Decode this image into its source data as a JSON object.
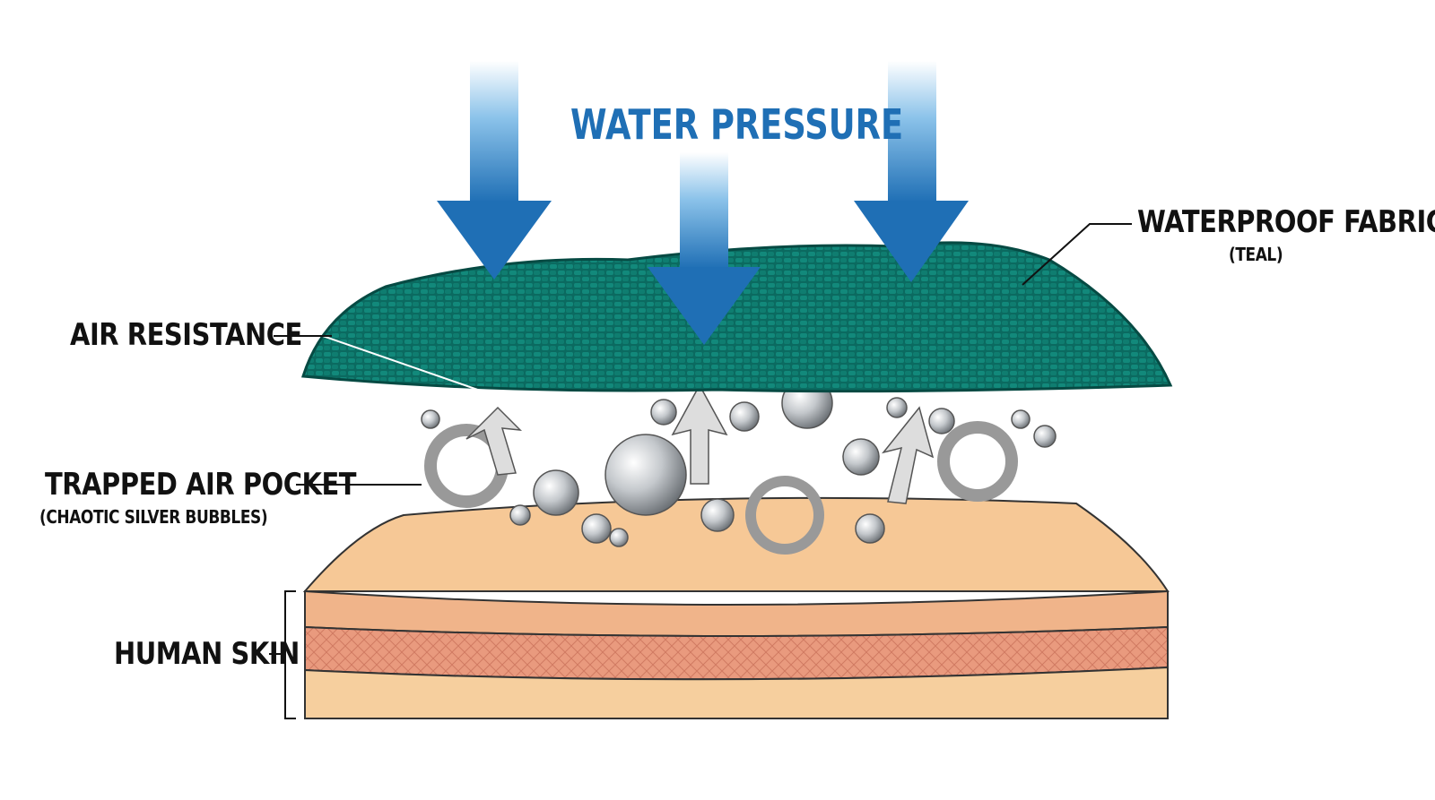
{
  "title": "WATER PRESSURE",
  "labels": {
    "fabric": "WATERPROOF FABRIC",
    "fabric_note": "(TEAL)",
    "air_resistance": "AIR RESISTANCE",
    "air_pocket": "TRAPPED AIR POCKET",
    "air_pocket_note": "(CHAOTIC SILVER BUBBLES)",
    "skin": "HUMAN SKIN"
  },
  "colors": {
    "arrow": "#1f6fb5",
    "fabric": "#0e7a6e",
    "bubbles": "#c0c4c8",
    "skin_top": "#f3c48e",
    "skin_mid": "#e99a7e"
  }
}
